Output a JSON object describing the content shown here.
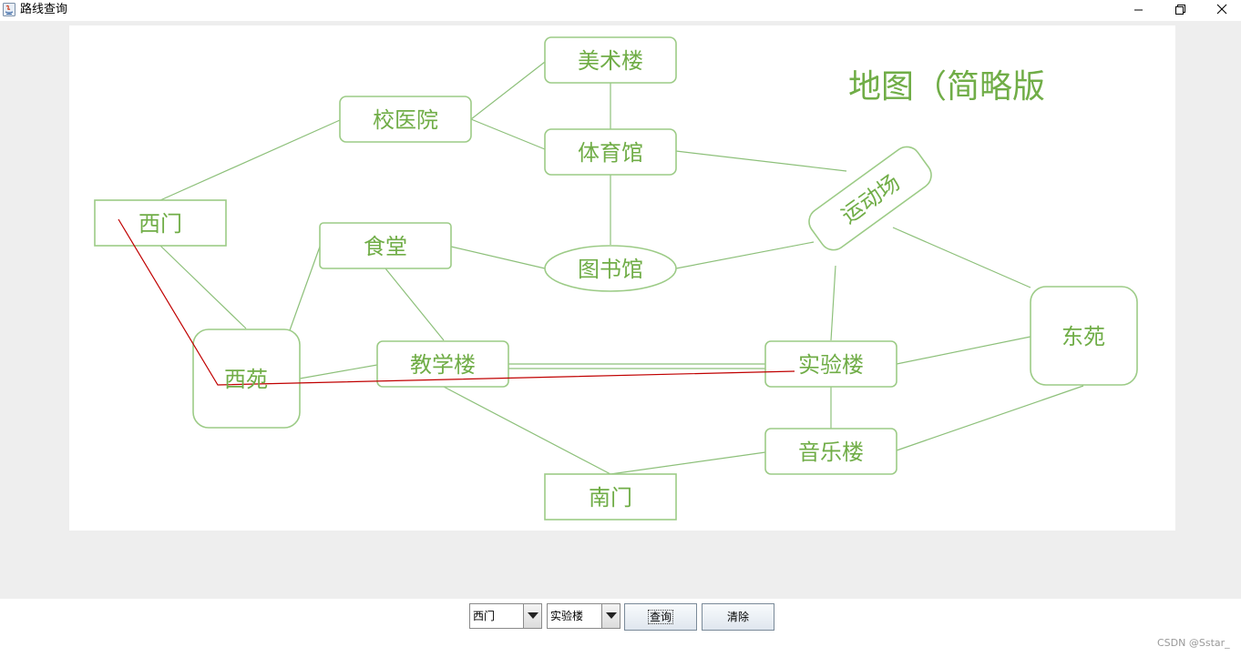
{
  "window": {
    "title": "路线查询",
    "minimize_icon": "minimize-icon",
    "maximize_icon": "restore-icon",
    "close_icon": "close-icon"
  },
  "map": {
    "title": "地图（简略版",
    "nodes": {
      "meishulou": "美术楼",
      "xiaoyiyuan": "校医院",
      "tiyuguan": "体育馆",
      "yundongchang": "运动场",
      "ximen": "西门",
      "shitang": "食堂",
      "tushuguan": "图书馆",
      "xiyuan": "西苑",
      "jiaoxuelou": "教学楼",
      "shiyanlou": "实验楼",
      "dongyuan": "东苑",
      "yinyuelou": "音乐楼",
      "nanmen": "南门"
    },
    "colors": {
      "node_border": "#9ccb86",
      "node_text": "#70ad47",
      "edge": "#8dc07a",
      "route": "#c00000"
    },
    "route": [
      "西门",
      "西苑",
      "实验楼"
    ]
  },
  "controls": {
    "from_value": "西门",
    "to_value": "实验楼",
    "dropdown_icon": "triangle-down-icon",
    "query_label": "查询",
    "clear_label": "清除"
  },
  "watermark": "CSDN @Sstar_"
}
